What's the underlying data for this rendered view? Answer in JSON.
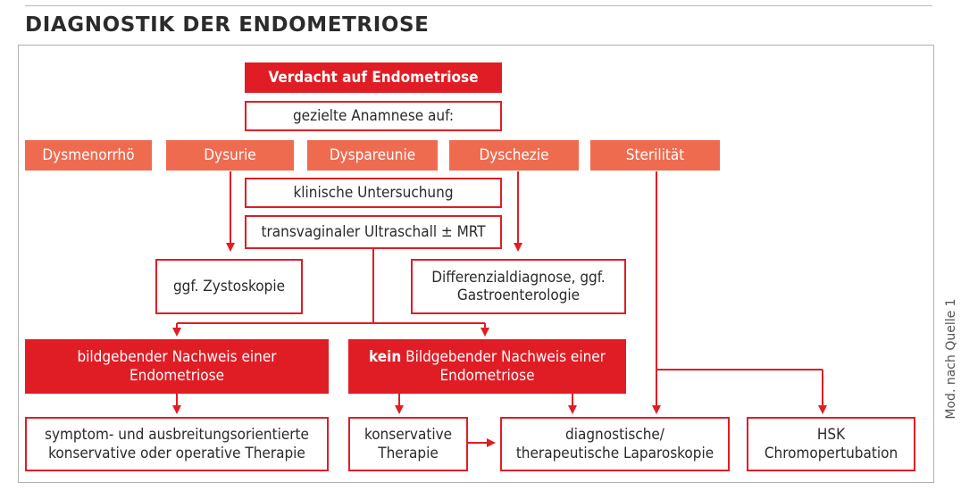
{
  "title": "DIAGNOSTIK DER ENDOMETRIOSE",
  "source_note": "Mod. nach Quelle 1",
  "colors": {
    "primary_red": "#e01d25",
    "salmon": "#ef6b50",
    "border_gray": "#b0b0b0"
  },
  "nodes": {
    "verdacht": "Verdacht auf Endometriose",
    "anamnese": "gezielte Anamnese auf:",
    "symptoms": [
      "Dysmenorrhö",
      "Dysurie",
      "Dyspareunie",
      "Dyschezie",
      "Sterilität"
    ],
    "untersuchung": "klinische Untersuchung",
    "ultraschall": "transvaginaler Ultraschall ± MRT",
    "zystoskopie": "ggf. Zystoskopie",
    "differenzial": "Differenzialdiagnose, ggf.\nGastroenterologie",
    "nachweis": "bildgebender Nachweis einer\nEndometriose",
    "kein_bold": "kein",
    "kein_rest": " Bildgebender Nachweis einer\nEndometriose",
    "therapie_symptom": "symptom- und ausbreitungsorientierte\nkonservative oder operative Therapie",
    "konservativ": "konservative\nTherapie",
    "laparoskopie": "diagnostische/\ntherapeutische Laparoskopie",
    "hsk": "HSK\nChromopertubation"
  }
}
